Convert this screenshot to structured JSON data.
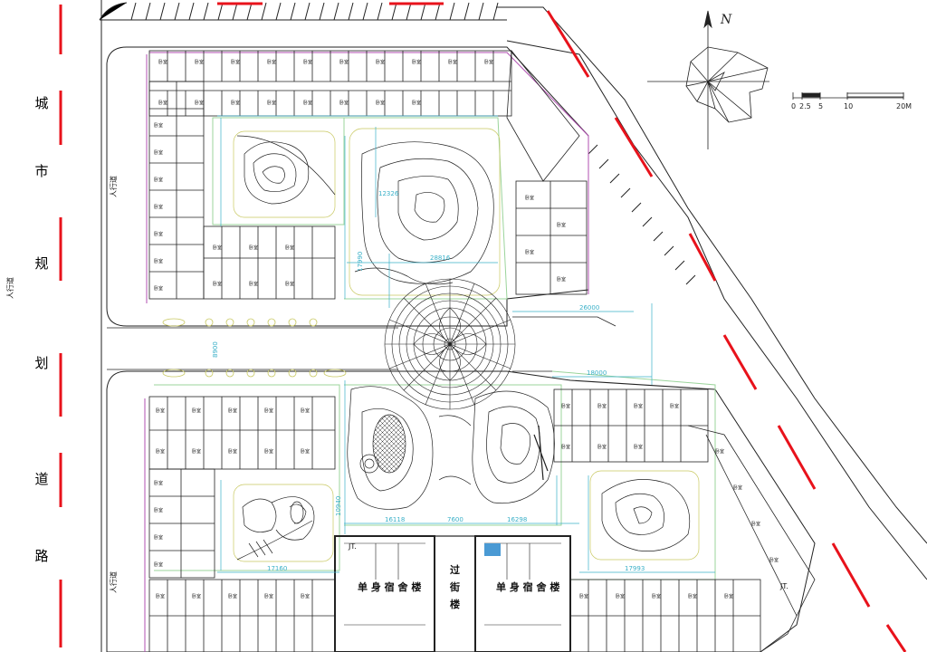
{
  "left_road_chars": [
    "城",
    "市",
    "规",
    "划",
    "道",
    "路"
  ],
  "sidewalk_labels": {
    "far_left": "人行道",
    "upper": "人行道",
    "lower": "人行道"
  },
  "north_label": "N",
  "scale_bar": {
    "ticks": [
      "0",
      "2.5",
      "5",
      "10",
      "20M"
    ]
  },
  "buildings": {
    "dorm_left": "单 身 宿 舍 楼",
    "crossing": [
      "过",
      "街",
      "楼"
    ],
    "dorm_right": "单 身 宿 舍 楼",
    "corner_left": "JT.",
    "corner_right": "JT."
  },
  "dimensions": {
    "d_28816": "28816",
    "d_26000": "26000",
    "d_18000": "18000",
    "d_16118": "16118",
    "d_7600": "7600",
    "d_16298": "16298",
    "d_17160": "17160",
    "d_17993": "17993",
    "d_12326": "12326",
    "d_17990": "17990",
    "d_10940": "10940",
    "d_8900": "8900"
  },
  "colors": {
    "road_marker": "#e8121b",
    "green_line": "#9bd49b",
    "purple_line": "#b04fb0",
    "cyan_dim": "#3ab0c8",
    "plan_line": "#222222"
  }
}
